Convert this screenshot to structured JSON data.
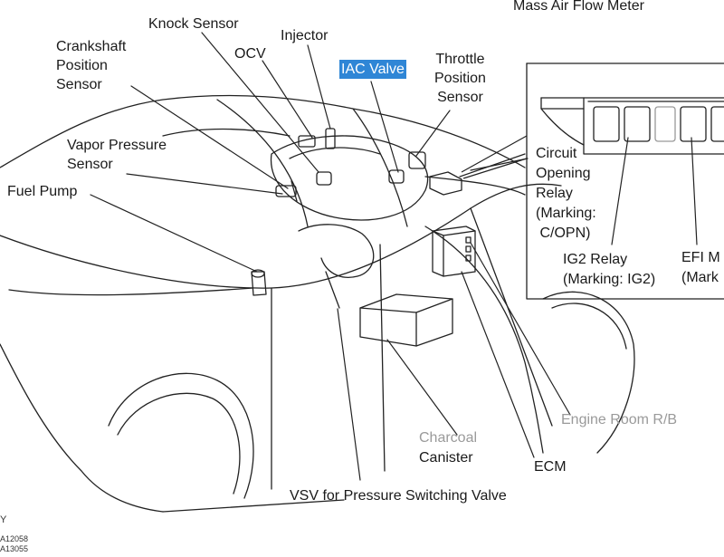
{
  "labels": {
    "mass_air_flow_meter": "Mass Air Flow Meter",
    "knock_sensor": "Knock Sensor",
    "injector": "Injector",
    "crankshaft_position_sensor": "Crankshaft\nPosition\nSensor",
    "ocv": "OCV",
    "iac_valve": "IAC Valve",
    "throttle_position_sensor": "Throttle\nPosition\nSensor",
    "vapor_pressure_sensor": "Vapor Pressure\nSensor",
    "fuel_pump": "Fuel Pump",
    "circuit_opening_relay": "Circuit\nOpening\nRelay\n(Marking:\n C/OPN)",
    "ig2_relay": "IG2 Relay\n(Marking: IG2)",
    "efi_main_relay": "EFI M\n(Mark",
    "engine_room_rb": "Engine Room R/B",
    "charcoal": "Charcoal",
    "canister": "Canister",
    "ecm": "ECM",
    "vsv": "VSV for Pressure Switching Valve"
  },
  "codes": {
    "view_letter": "Y",
    "code_1": "A12058",
    "code_2": "A13055"
  },
  "colors": {
    "highlight": "#2f86d6",
    "gray_text": "#9a9a9a",
    "line": "#222222"
  }
}
